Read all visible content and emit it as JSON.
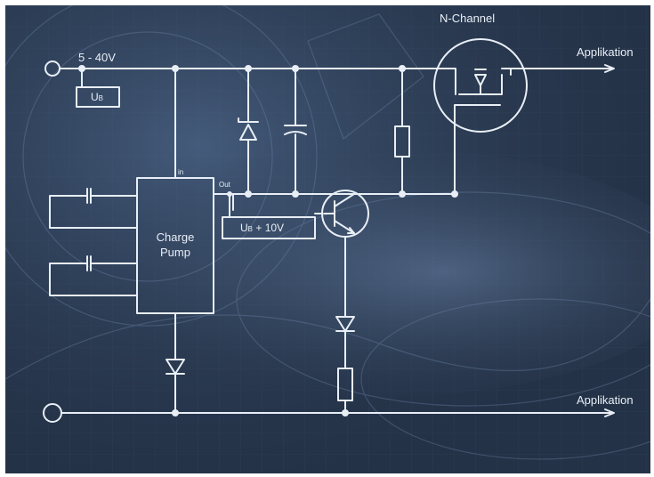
{
  "labels": {
    "voltage_range": "5 - 40V",
    "mosfet_type": "N-Channel",
    "output_top": "Applikation",
    "output_bottom": "Applikation",
    "supply_box": "U",
    "supply_box_sub": "B",
    "pump_line1": "Charge",
    "pump_line2": "Pump",
    "pump_in_pin": "in",
    "pump_out_pin": "Out",
    "bias_box": "U",
    "bias_box_sub": "B",
    "bias_box_rest": " + 10V"
  },
  "colors": {
    "background": "#243247",
    "line": "#e8eef6"
  }
}
